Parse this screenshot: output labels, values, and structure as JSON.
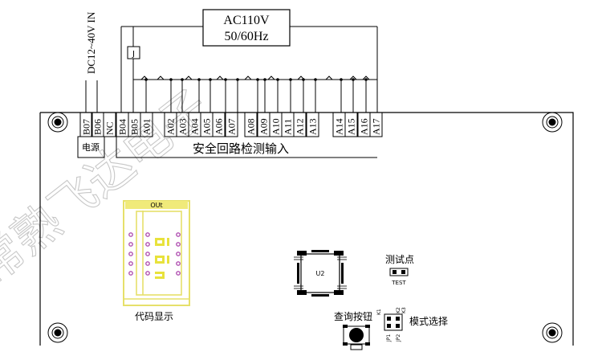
{
  "power": {
    "ac_line1": "AC110V",
    "ac_line2": "50/60Hz",
    "dc_label": "DC12~40V IN"
  },
  "relay_label": "J",
  "terminals": [
    "B07",
    "B06",
    "NC",
    "B04",
    "B05",
    "A01",
    "A02",
    "A03",
    "A04",
    "A05",
    "A06",
    "A07",
    "A08",
    "A09",
    "A10",
    "A11",
    "A12",
    "A13",
    "A14",
    "A15",
    "A16",
    "A17"
  ],
  "labels": {
    "power_block": "电源",
    "safety_inputs": "安全回路检测输入",
    "code_display_header": "OUt",
    "code_display": "代码显示",
    "chip": "U2",
    "test_point": "测试点",
    "test_pin": "TEST",
    "query_button": "查询按钮",
    "mode_select": "模式选择",
    "jp1": "JP1",
    "jp2": "JP2",
    "jumper_k1": "K1",
    "jumper_k2": "K2",
    "jumper_k3": "K3",
    "watermark": "常熟飞达电子"
  }
}
